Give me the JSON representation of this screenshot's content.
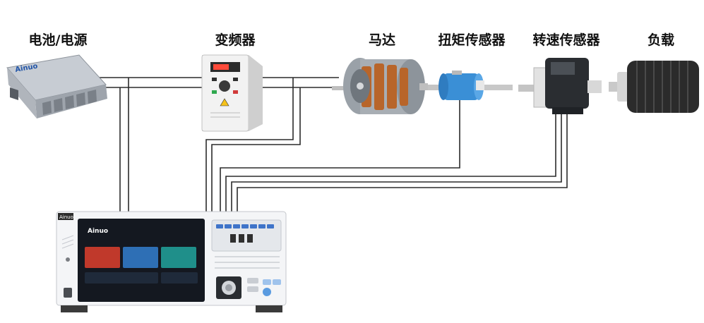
{
  "labels": {
    "battery": "电池/电源",
    "inverter": "变频器",
    "motor": "马达",
    "torque_sensor": "扭矩传感器",
    "speed_sensor": "转速传感器",
    "load": "负载"
  },
  "analyzer": {
    "brand_corner": "Ainuo",
    "brand_screen": "Ainuo",
    "tiles": [
      {
        "name": "tile-1",
        "color": "#c0392b"
      },
      {
        "name": "tile-2",
        "color": "#2e6fb5"
      },
      {
        "name": "tile-3",
        "color": "#1f8f8a"
      }
    ]
  },
  "colors": {
    "wire": "#2b2b2b",
    "inverter_body": "#f2f2f2",
    "torque_blue": "#3a8fd6",
    "analyzer_body": "#f4f5f7",
    "screen_bg": "#141820"
  }
}
